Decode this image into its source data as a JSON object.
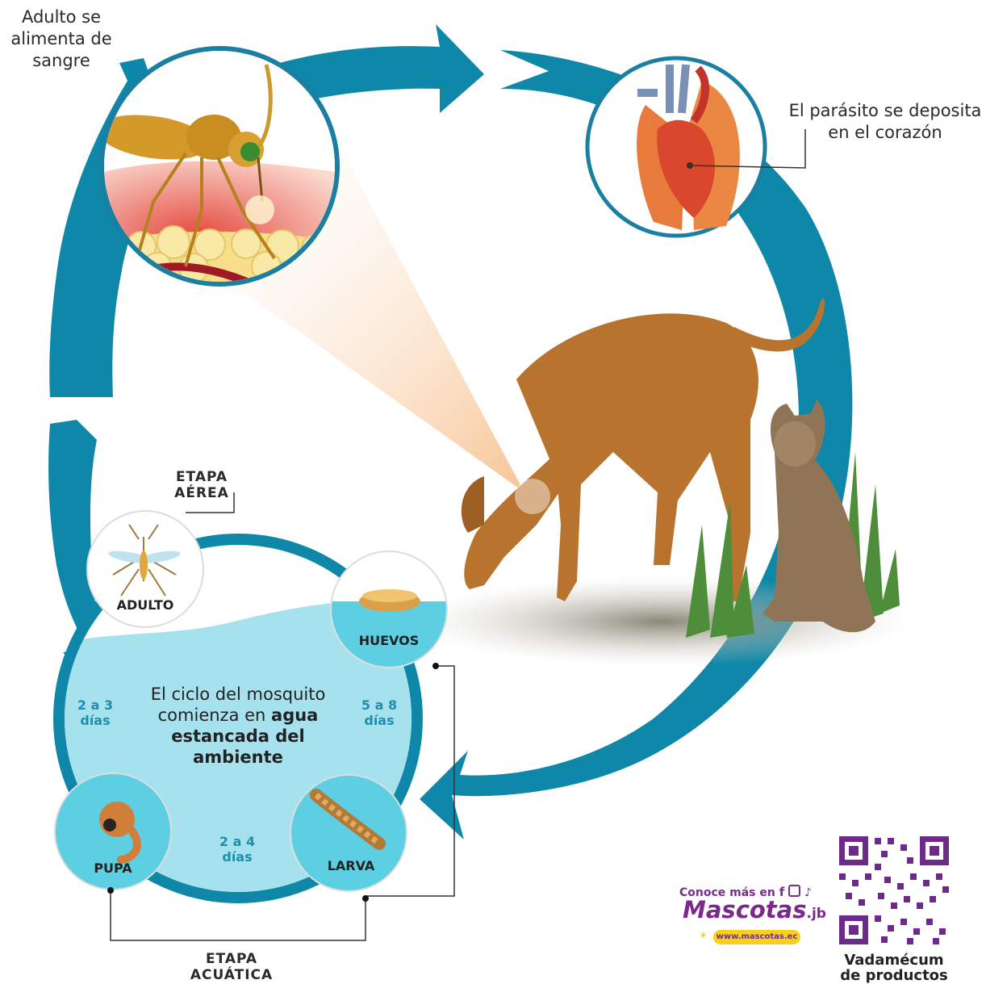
{
  "labels": {
    "adult_feeds": [
      "Adulto se",
      "alimenta de",
      "sangre"
    ],
    "parasite_heart": [
      "El parásito se deposita",
      "en el corazón"
    ],
    "aerial_stage": [
      "ETAPA",
      "AÉREA"
    ],
    "aquatic_stage": [
      "ETAPA",
      "ACUÁTICA"
    ]
  },
  "cycle": {
    "center_line1": "El ciclo del mosquito",
    "center_line2_a": "comienza en ",
    "center_line2_b": "agua",
    "center_line3": "estancada del",
    "center_line4": "ambiente",
    "stages": {
      "adult": "ADULTO",
      "eggs": "HUEVOS",
      "larva": "LARVA",
      "pupa": "PUPA"
    },
    "durations": {
      "pupa_to_adult": [
        "2 a 3",
        "días"
      ],
      "eggs_to_larva": [
        "5 a 8",
        "días"
      ],
      "larva_to_pupa": [
        "2 a 4",
        "días"
      ]
    }
  },
  "brand": {
    "more_at": "Conoce más en",
    "name": "Mascotas",
    "suffix": ".jb",
    "url": "www.mascotas.ec",
    "qr_caption": [
      "Vadamécum",
      "de productos"
    ]
  },
  "colors": {
    "arrow": "#0e87a8",
    "water": "#a6e2ee",
    "brand_purple": "#7b2a8c",
    "brand_yellow": "#f7d117"
  }
}
